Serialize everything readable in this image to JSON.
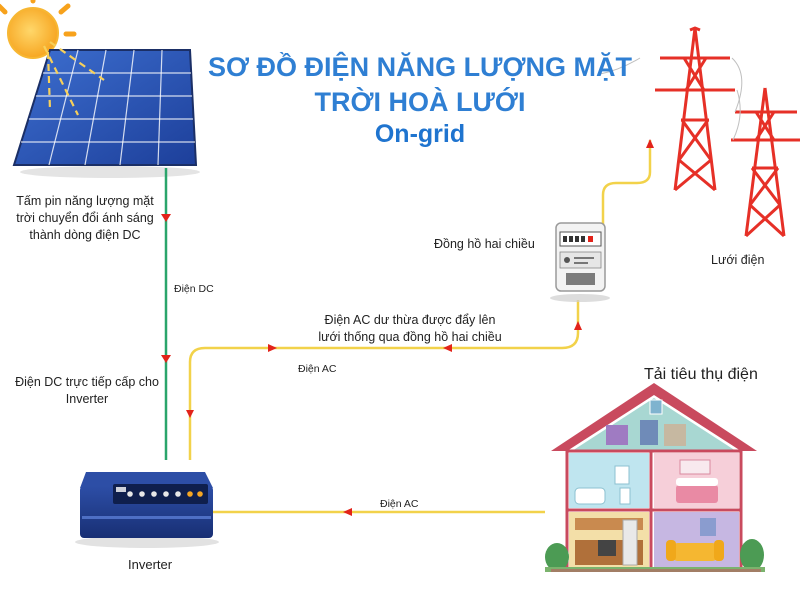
{
  "title": {
    "line1": "SƠ ĐỒ ĐIỆN NĂNG LƯỢNG MẶT",
    "line2": "TRỜI HOÀ LƯỚI",
    "line3": "On-grid"
  },
  "labels": {
    "panel_desc": [
      "Tấm pin năng lượng mặt",
      "trời chuyển đổi ánh sáng",
      "thành dòng điện DC"
    ],
    "dc_flow": "Điện DC",
    "dc_to_inverter": [
      "Điện DC trực tiếp cấp cho",
      "Inverter"
    ],
    "inverter": "Inverter",
    "ac_right": "Điện AC",
    "ac_left": "Điện AC",
    "surplus": [
      "Điện AC dư thừa được đẩy lên",
      "lưới thống qua đồng hồ hai chiều"
    ],
    "meter": "Đồng hồ hai chiều",
    "grid": "Lưới điện",
    "load": "Tải tiêu thụ điện"
  },
  "colors": {
    "title": "#2f7fd3",
    "dc_line": "#2aa56b",
    "ac_line": "#f2d24a",
    "arrow": "#e2231a",
    "tower": "#e63027",
    "roof": "#c94a5e",
    "inverter_body": "#1f3f8f"
  },
  "icons": [
    "sun-icon",
    "solar-panel-icon",
    "inverter-icon",
    "meter-icon",
    "tower-icon",
    "house-icon"
  ]
}
